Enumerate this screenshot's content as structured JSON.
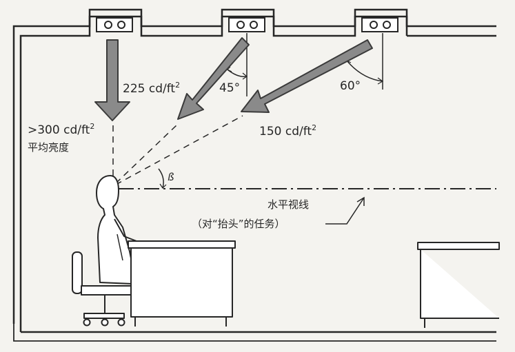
{
  "labels": {
    "lum_225_value": "225 cd/ft",
    "lum_225_exp": "2",
    "angle_45": "45°",
    "angle_60": "60°",
    "lum_300_value": ">300 cd/ft",
    "lum_300_exp": "2",
    "avg_luminance": "平均亮度",
    "lum_150_value": "150 cd/ft",
    "lum_150_exp": "2",
    "angle_beta": "ß",
    "horizontal_sight_line": "水平视线",
    "task_note": "（对“抬头”的任务）"
  },
  "colors": {
    "background": "#f4f3ef",
    "ink": "#262626",
    "arrow_fill": "#8a8a8a",
    "arrow_stroke": "#3a3a3a"
  },
  "icons": {
    "light_fixture": "recessed-luminaire-icon",
    "seated_person": "seated-worker-icon",
    "office_chair": "office-chair-icon",
    "desk": "desk-icon"
  }
}
